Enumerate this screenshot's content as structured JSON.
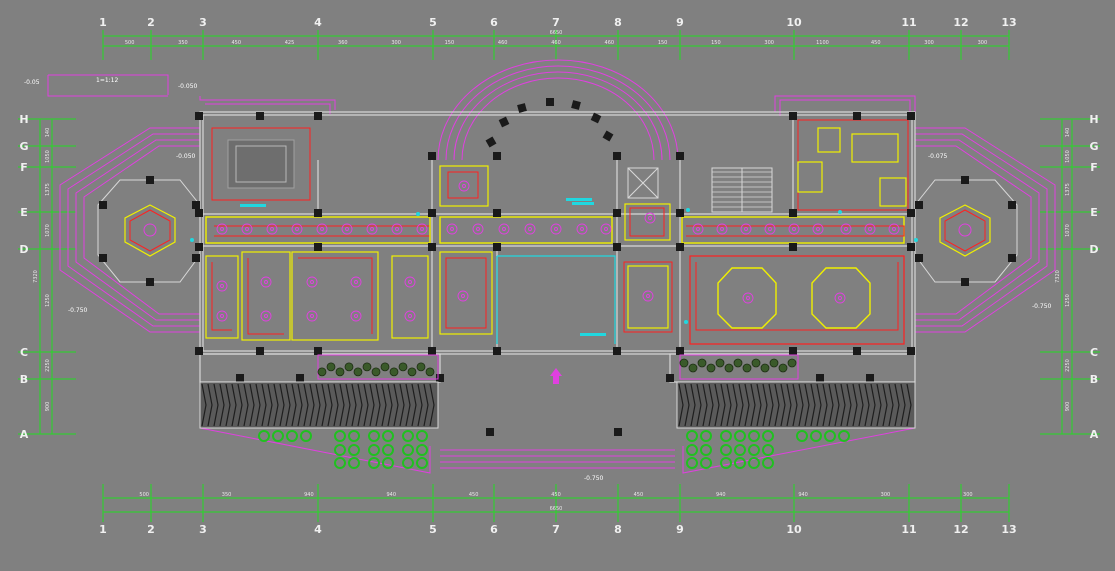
{
  "drawing": {
    "background": "#808080",
    "colors": {
      "axis": "#22dd22",
      "wall": "#d8d8d8",
      "magenta": "#e040e0",
      "red": "#ff2020",
      "yellow": "#f0f000",
      "cyan": "#20d8e0",
      "dark": "#1a1a1a",
      "green": "#20c020"
    },
    "columns": [
      "1",
      "2",
      "3",
      "4",
      "5",
      "6",
      "7",
      "8",
      "9",
      "10",
      "11",
      "12",
      "13"
    ],
    "rows": [
      "H",
      "G",
      "F",
      "E",
      "D",
      "C",
      "B",
      "A"
    ],
    "top_dims": [
      "500",
      "350",
      "450",
      "425",
      "360",
      "300",
      "150",
      "460",
      "460",
      "460",
      "150",
      "150",
      "300",
      "1100",
      "450",
      "300",
      "300"
    ],
    "top_total": "6650",
    "bottom_dims": [
      "500",
      "350",
      "940",
      "940",
      "450",
      "450",
      "450",
      "940",
      "940",
      "300",
      "300"
    ],
    "bottom_total": "6650",
    "left_dims": [
      "140",
      "1050",
      "1375",
      "1070",
      "1250",
      "2250",
      "900"
    ],
    "left_total": "7320",
    "right_dims": [
      "140",
      "1050",
      "1375",
      "1070",
      "1250",
      "2250",
      "900"
    ],
    "right_total": "7320",
    "elevations": {
      "top_left_tag": "-0.05",
      "top_left_note": "1=1:12",
      "stair_elev": "-0.050",
      "left_small": "-0.050",
      "left_wing": "-0.750",
      "right_upper": "-0.075",
      "right_wing": "-0.750",
      "bottom_center": "-0.750"
    },
    "entrance_arrow": "entrance-arrow-icon"
  }
}
